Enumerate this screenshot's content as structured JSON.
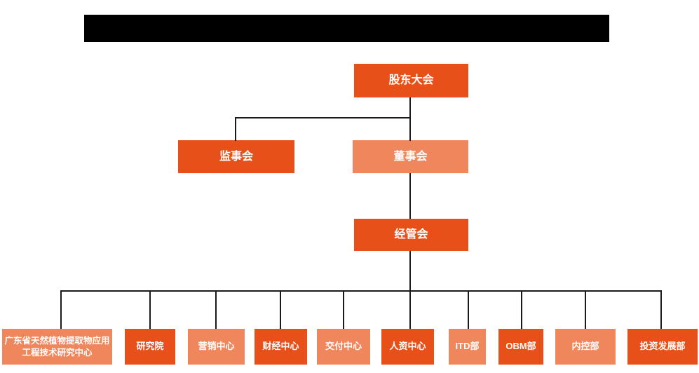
{
  "colors": {
    "primary": "#e8501a",
    "secondary": "#f0875c",
    "line": "#1a1a1a",
    "text": "#ffffff"
  },
  "org_chart": {
    "nodes": {
      "shareholders": {
        "label": "股东大会",
        "variant": "dark"
      },
      "supervisory": {
        "label": "监事会",
        "variant": "dark"
      },
      "board": {
        "label": "董事会",
        "variant": "light"
      },
      "management": {
        "label": "经管会",
        "variant": "dark"
      },
      "departments": [
        {
          "label": "广东省天然植物提取物应用工程技术研究中心",
          "variant": "light"
        },
        {
          "label": "研究院",
          "variant": "dark"
        },
        {
          "label": "营销中心",
          "variant": "light"
        },
        {
          "label": "财经中心",
          "variant": "dark"
        },
        {
          "label": "交付中心",
          "variant": "light"
        },
        {
          "label": "人资中心",
          "variant": "dark"
        },
        {
          "label": "ITD部",
          "variant": "light"
        },
        {
          "label": "OBM部",
          "variant": "dark"
        },
        {
          "label": "内控部",
          "variant": "light"
        },
        {
          "label": "投资发展部",
          "variant": "dark"
        }
      ]
    }
  }
}
